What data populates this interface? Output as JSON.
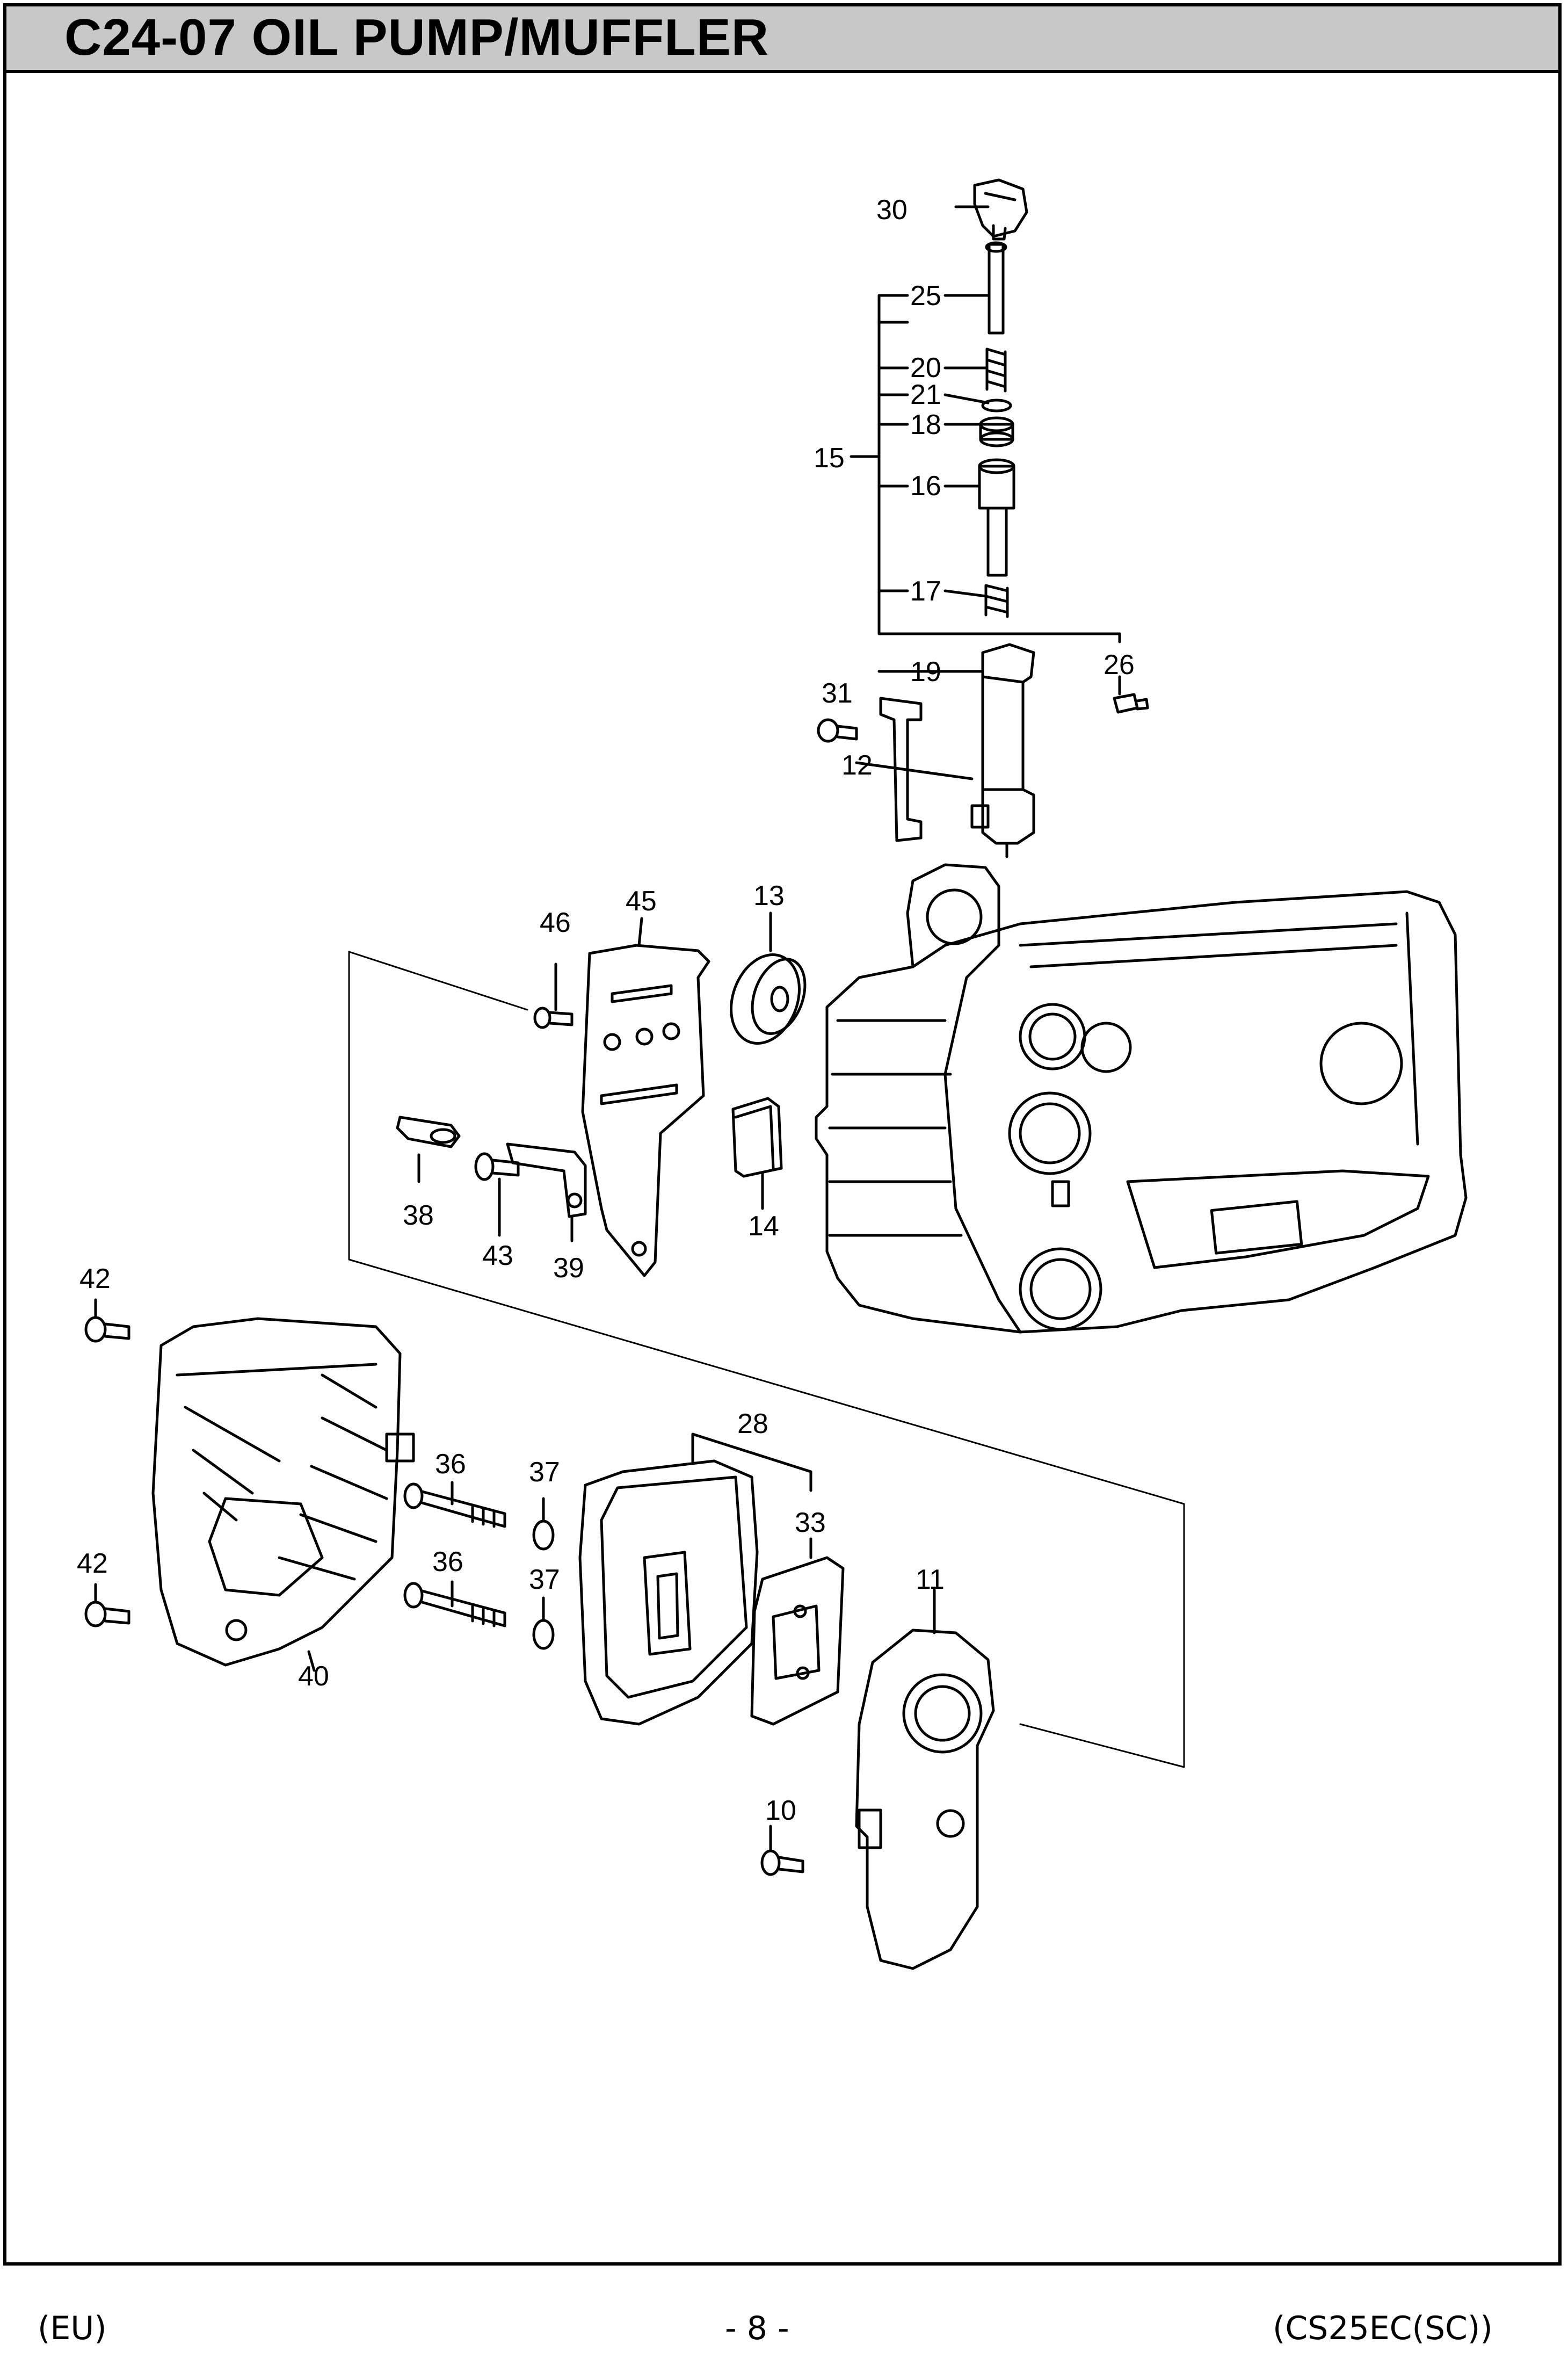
{
  "header": {
    "title": "C24-07 OIL PUMP/MUFFLER"
  },
  "callouts": {
    "c30": "30",
    "c25": "25",
    "c20": "20",
    "c21": "21",
    "c18": "18",
    "c15": "15",
    "c16": "16",
    "c17": "17",
    "c19": "19",
    "c26": "26",
    "c31": "31",
    "c12": "12",
    "c46": "46",
    "c45": "45",
    "c13": "13",
    "c38": "38",
    "c43": "43",
    "c39": "39",
    "c14": "14",
    "c42a": "42",
    "c42b": "42",
    "c40": "40",
    "c36a": "36",
    "c36b": "36",
    "c37a": "37",
    "c37b": "37",
    "c28": "28",
    "c33": "33",
    "c11": "11",
    "c10": "10"
  },
  "footer": {
    "left": "(EU)",
    "center": "- 8 -",
    "right": "(CS25EC(SC))"
  }
}
